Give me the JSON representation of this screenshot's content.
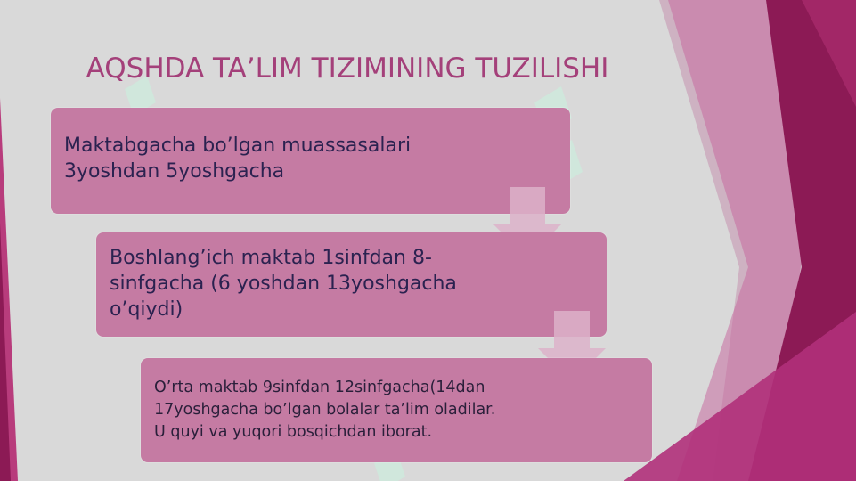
{
  "slide": {
    "title": "AQSHDA TA’LIM TIZIMINING TUZILISHI",
    "steps": [
      "Maktabgacha bo’lgan muassasalari\n3yoshdan 5yoshgacha",
      "Boshlang’ich maktab 1sinfdan 8-\nsinfgacha (6 yoshdan 13yoshgacha\no’qiydi)",
      "O’rta maktab 9sinfdan 12sinfgacha(14dan\n17yoshgacha bo’lgan bolalar ta’lim oladilar.\nU quyi va yuqori bosqichdan iborat."
    ],
    "watermark": "soft"
  },
  "colors": {
    "background": "#d9d9d9",
    "title": "#a4407a",
    "box": "#c57ba3",
    "text": "#2b2250",
    "accent_dark": "#8c1a55",
    "accent_mid": "#b0307a",
    "watermark": "#c9f2df"
  }
}
